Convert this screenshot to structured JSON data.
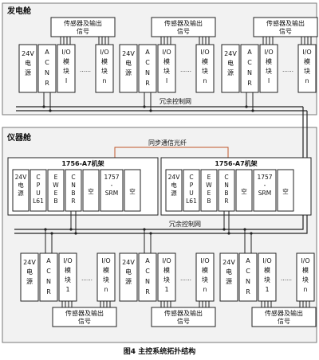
{
  "upper": {
    "title": "发电舱",
    "net_label": "冗余控制网",
    "sensor_box": "传感器及输出信号",
    "modules": {
      "power": "24V电源",
      "acnr": "ACNR",
      "io1": "I/O模块I",
      "dots": "……",
      "ion": "I/O模块n"
    }
  },
  "instrument": {
    "title": "仪器舱",
    "fiber_label": "同步通信光纤",
    "net_label": "冗余控制网",
    "rack": {
      "title": "1756-A7机架",
      "slots": [
        "24V电源",
        "CPUL61",
        "EWEB",
        "CNBR",
        "空",
        "1757-SRM",
        "空"
      ]
    },
    "sensor_box": "传感器及输出信号",
    "modules": {
      "power": "24V电源",
      "acnr": "ACNR",
      "io1": "I/O模块1",
      "dots": "……",
      "ion": "I/O模块n"
    }
  },
  "caption": "图4 主控系统拓扑结构"
}
